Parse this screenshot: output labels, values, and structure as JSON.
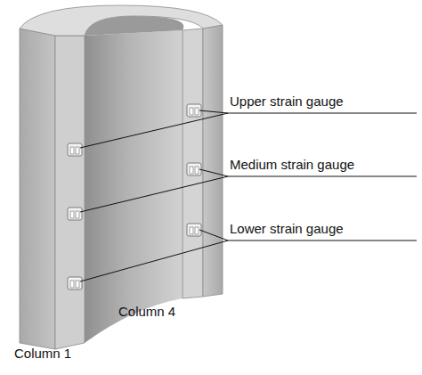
{
  "diagram": {
    "labels": [
      "Upper strain gauge",
      "Medium strain gauge",
      "Lower strain gauge",
      "Column 4",
      "Column 1"
    ]
  }
}
